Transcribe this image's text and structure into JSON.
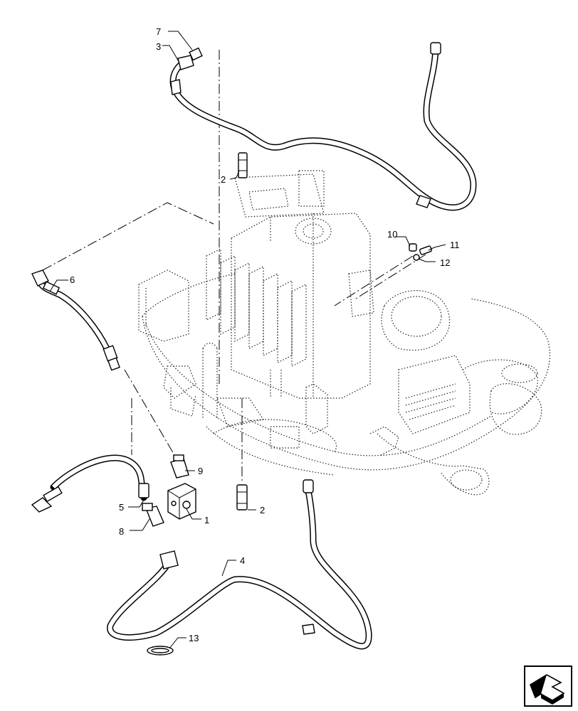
{
  "diagram": {
    "callouts": [
      {
        "id": "c1",
        "text": "1"
      },
      {
        "id": "c2a",
        "text": "2"
      },
      {
        "id": "c2b",
        "text": "2"
      },
      {
        "id": "c3",
        "text": "3"
      },
      {
        "id": "c4",
        "text": "4"
      },
      {
        "id": "c5",
        "text": "5"
      },
      {
        "id": "c6",
        "text": "6"
      },
      {
        "id": "c7",
        "text": "7"
      },
      {
        "id": "c8",
        "text": "8"
      },
      {
        "id": "c9",
        "text": "9"
      },
      {
        "id": "c10",
        "text": "10"
      },
      {
        "id": "c11",
        "text": "11"
      },
      {
        "id": "c12",
        "text": "12"
      },
      {
        "id": "c13",
        "text": "13"
      }
    ],
    "nav_icon": "next-page-arrow-icon"
  }
}
